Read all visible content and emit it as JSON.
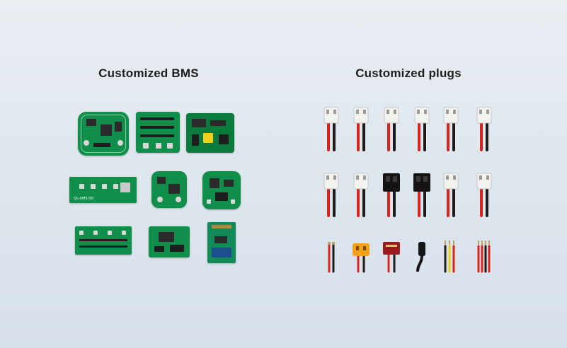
{
  "bms": {
    "title": "Customized BMS",
    "boards": [
      {
        "name": "bms-board-1"
      },
      {
        "name": "bms-board-2"
      },
      {
        "name": "bms-board-3"
      },
      {
        "name": "bms-board-4",
        "label": "Qu-bMS.ND"
      },
      {
        "name": "bms-board-5"
      },
      {
        "name": "bms-board-6"
      },
      {
        "name": "bms-board-7"
      },
      {
        "name": "bms-board-8"
      },
      {
        "name": "bms-board-9"
      }
    ]
  },
  "plugs": {
    "title": "Customized plugs",
    "rows": [
      [
        "white-2pin-connector",
        "white-2pin-connector",
        "white-2pin-connector",
        "white-2pin-connector",
        "white-2pin-connector",
        "white-2pin-connector"
      ],
      [
        "white-2pin-connector",
        "white-2pin-connector",
        "black-sm-connector",
        "black-sm-connector",
        "white-2pin-connector",
        "white-2pin-connector"
      ],
      [
        "bare-wire-leads",
        "yellow-xt-connector",
        "red-t-connector",
        "dc-barrel-connector",
        "multi-wire-leads",
        "multi-wire-leads"
      ]
    ]
  },
  "colors": {
    "pcb_green": "#0f8f4a",
    "wire_red": "#d9241f",
    "wire_black": "#1b1b1b",
    "connector_white": "#f2f2ef",
    "xt_yellow": "#f2a21a",
    "t_red": "#9b1a1e"
  }
}
